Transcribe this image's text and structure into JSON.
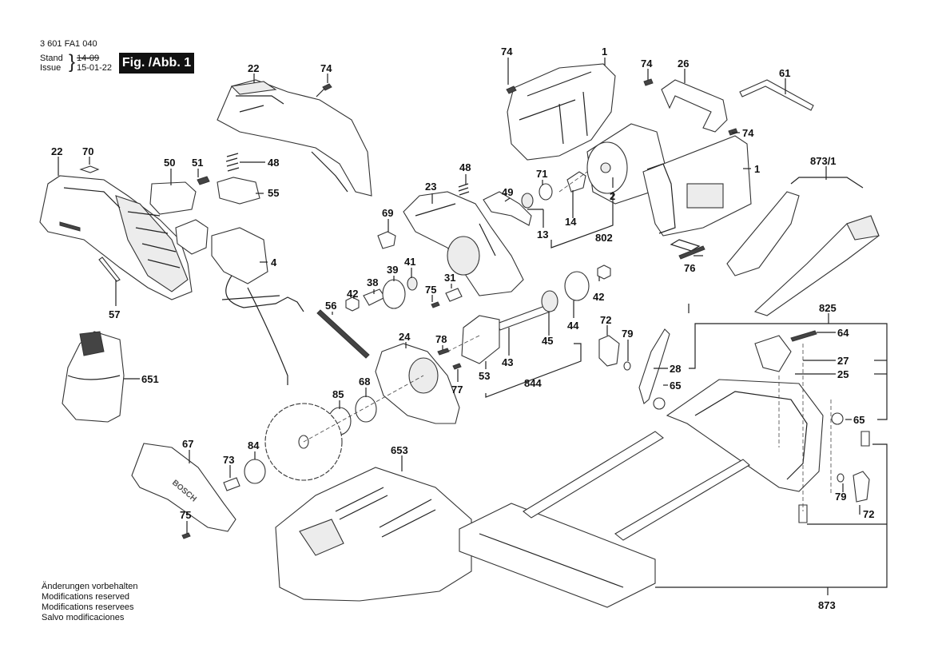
{
  "header": {
    "document_number": "3 601 FA1 040",
    "stand_label": "Stand",
    "issue_label": "Issue",
    "stand_date": "14-09",
    "issue_date": "15-01-22",
    "figure_label": "Fig. /Abb. 1"
  },
  "footer": {
    "lines": [
      "Änderungen vorbehalten",
      "Modifications reserved",
      "Modifications reservees",
      "Salvo modificaciones"
    ]
  },
  "brand_text": "BOSCH",
  "callouts": {
    "c1a": "1",
    "c1b": "1",
    "c2": "2",
    "c4": "4",
    "c13": "13",
    "c14": "14",
    "c22a": "22",
    "c22b": "22",
    "c23": "23",
    "c24": "24",
    "c25": "25",
    "c26": "26",
    "c27": "27",
    "c28": "28",
    "c31": "31",
    "c38": "38",
    "c39": "39",
    "c41": "41",
    "c42a": "42",
    "c42b": "42",
    "c43": "43",
    "c44": "44",
    "c45": "45",
    "c48a": "48",
    "c48b": "48",
    "c49": "49",
    "c50": "50",
    "c51": "51",
    "c53": "53",
    "c55": "55",
    "c56": "56",
    "c57": "57",
    "c61": "61",
    "c64": "64",
    "c65a": "65",
    "c65b": "65",
    "c67": "67",
    "c68": "68",
    "c69": "69",
    "c70": "70",
    "c71": "71",
    "c72a": "72",
    "c72b": "72",
    "c73": "73",
    "c74a": "74",
    "c74b": "74",
    "c74c": "74",
    "c74d": "74",
    "c75a": "75",
    "c75b": "75",
    "c76": "76",
    "c77": "77",
    "c78": "78",
    "c79a": "79",
    "c79b": "79",
    "c84": "84",
    "c85": "85",
    "c651": "651",
    "c653": "653",
    "c802": "802",
    "c825": "825",
    "c844": "844",
    "c873": "873",
    "c873_1": "873/1"
  }
}
